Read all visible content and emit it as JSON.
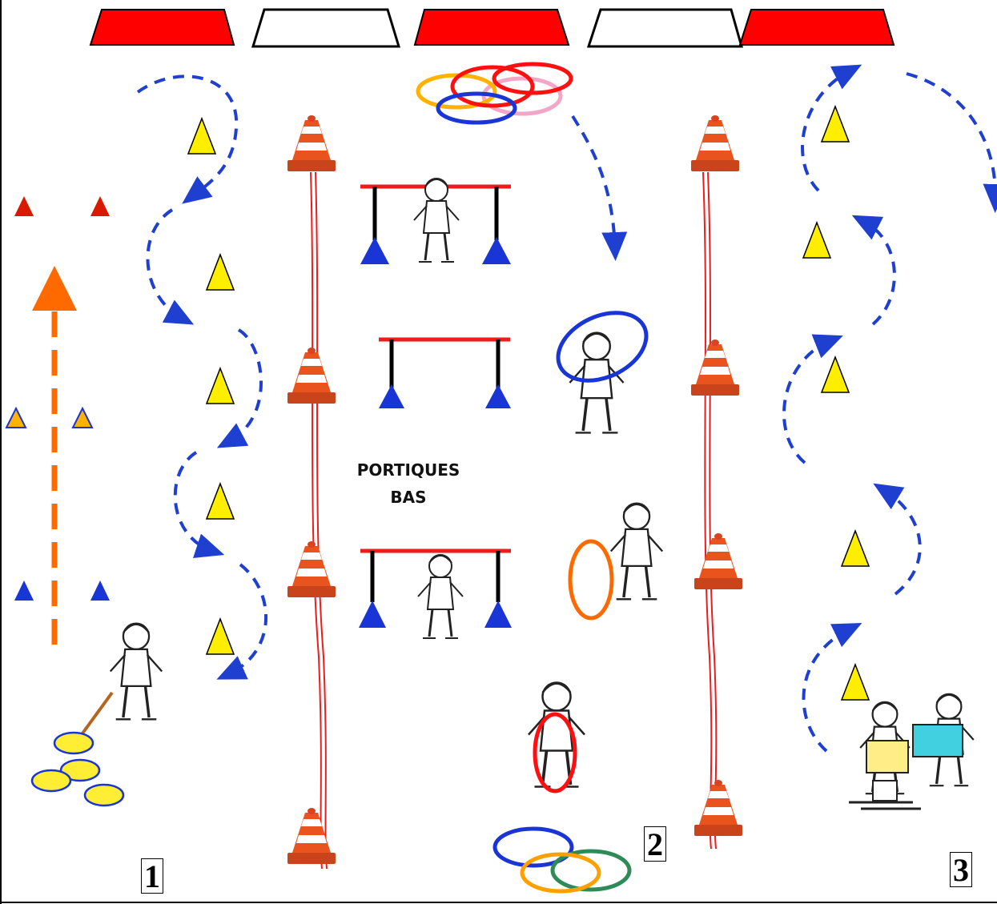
{
  "zones": {
    "zone_1": {
      "number": "1"
    },
    "zone_2": {
      "number": "2"
    },
    "zone_3": {
      "number": "3"
    }
  },
  "center_label": {
    "line1": "PORTIQUES",
    "line2": "BAS"
  },
  "colors": {
    "goal_red": "#ff0000",
    "path_blue": "#1f3fd0",
    "path_orange": "#ff6a00",
    "cone_yellow": "#ffee00",
    "cone_red": "#d81b00",
    "cone_blue": "#1a35d6",
    "traffic_cone": "#e8531e",
    "bar_red": "#ee1c1c",
    "puck_yellow": "#ffee33"
  },
  "icons": [
    "traffic-cone-icon",
    "low-gate-icon",
    "hoop-icon",
    "skater-figure-icon",
    "sled-icon",
    "stick-icon"
  ]
}
